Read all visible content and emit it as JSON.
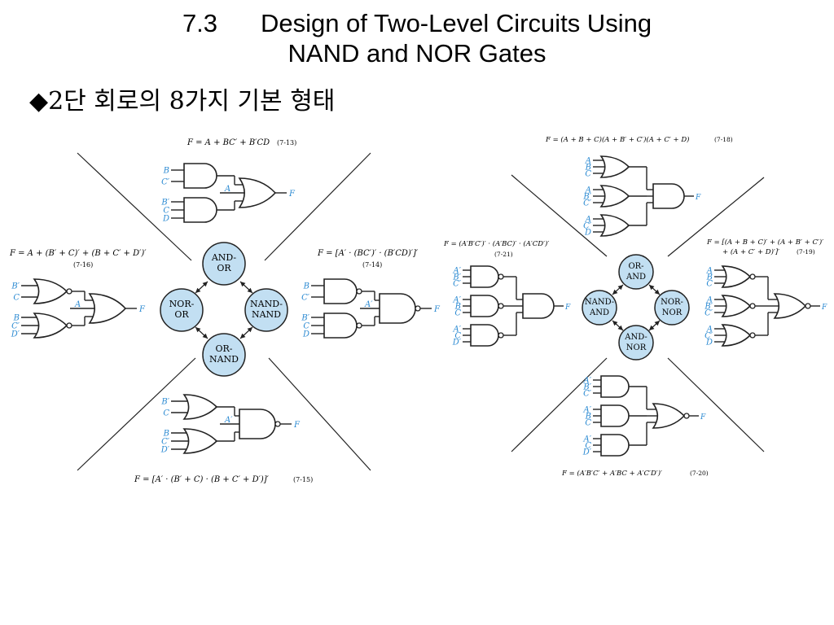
{
  "title": {
    "number": "7.3",
    "line1": "Design of Two-Level Circuits Using",
    "line2": "NAND and NOR Gates"
  },
  "bullet": {
    "marker": "◆",
    "text": "2단 회로의 8가지 기본 형태"
  },
  "colors": {
    "circle_fill": "#c2dff2",
    "input_label": "#2b8ad2",
    "line": "#222222"
  },
  "left_panel": {
    "hub": {
      "top": "AND-OR",
      "left": "NOR-OR",
      "right": "NAND-NAND",
      "bottom": "OR-NAND"
    },
    "circuits": {
      "top": {
        "equation": "F = A + BC′ + B′CD",
        "eq_no": "(7-13)",
        "inputs": [
          "B",
          "C′",
          "B′",
          "C",
          "D"
        ],
        "mid_label": "A",
        "output": "F"
      },
      "right": {
        "equation": "F = [A′ · (BC′)′ · (B′CD)′]′",
        "eq_no": "(7-14)",
        "inputs": [
          "B",
          "C′",
          "B′",
          "C",
          "D"
        ],
        "mid_label": "A′",
        "output": "F"
      },
      "bottom": {
        "equation": "F = [A′ · (B′ + C) · (B + C′ + D′)]′",
        "eq_no": "(7-15)",
        "inputs": [
          "B′",
          "C",
          "B",
          "C′",
          "D′"
        ],
        "mid_label": "A′",
        "output": "F"
      },
      "left": {
        "equation": "F = A + (B′ + C)′ + (B + C′ + D′)′",
        "eq_no": "(7-16)",
        "inputs": [
          "B′",
          "C",
          "B",
          "C′",
          "D′"
        ],
        "mid_label": "A",
        "output": "F"
      }
    }
  },
  "right_panel": {
    "hub": {
      "top": "OR-AND",
      "left": "NAND-AND",
      "right": "NOR-NOR",
      "bottom": "AND-NOR"
    },
    "circuits": {
      "top": {
        "equation": "F = (A + B + C)(A + B′ + C′)(A + C′ + D)",
        "eq_no": "(7-18)",
        "inputs": [
          "A",
          "B",
          "C",
          "A",
          "B′",
          "C′",
          "A",
          "C′",
          "D"
        ],
        "output": "F"
      },
      "right": {
        "equation_line1": "F = [(A + B + C)′ + (A + B′ + C′)′",
        "equation_line2": "+ (A + C′ + D)′]′",
        "eq_no": "(7-19)",
        "inputs": [
          "A",
          "B",
          "C",
          "A",
          "B′",
          "C′",
          "A",
          "C′",
          "D"
        ],
        "output": "F"
      },
      "bottom": {
        "equation": "F = (A′B′C′ + A′BC + A′C′D′)′",
        "eq_no": "(7-20)",
        "inputs": [
          "A′",
          "B′",
          "C′",
          "A′",
          "B",
          "C",
          "A′",
          "C",
          "D′"
        ],
        "output": "F"
      },
      "left": {
        "equation": "F = (A′B′C′)′ · (A′BC)′ · (A′CD′)′",
        "eq_no": "(7-21)",
        "inputs": [
          "A′",
          "B′",
          "C′",
          "A′",
          "B",
          "C",
          "A′",
          "C",
          "D′"
        ],
        "output": "F"
      }
    }
  }
}
